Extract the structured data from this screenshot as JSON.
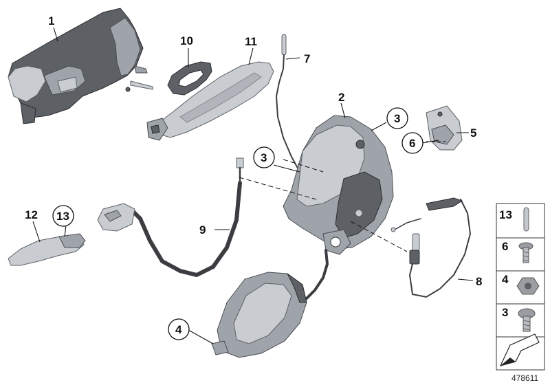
{
  "callouts": [
    {
      "id": "1",
      "circled": false
    },
    {
      "id": "10",
      "circled": false
    },
    {
      "id": "11",
      "circled": false
    },
    {
      "id": "7",
      "circled": false
    },
    {
      "id": "2",
      "circled": false
    },
    {
      "id": "3",
      "circled": true
    },
    {
      "id": "5",
      "circled": false
    },
    {
      "id": "6",
      "circled": true
    },
    {
      "id": "3",
      "circled": true
    },
    {
      "id": "12",
      "circled": false
    },
    {
      "id": "13",
      "circled": true
    },
    {
      "id": "9",
      "circled": false
    },
    {
      "id": "8",
      "circled": false
    },
    {
      "id": "4",
      "circled": true
    }
  ],
  "legend": [
    {
      "id": "13",
      "icon": "pin-icon"
    },
    {
      "id": "6",
      "icon": "torx-screw-icon"
    },
    {
      "id": "4",
      "icon": "hex-nut-icon"
    },
    {
      "id": "3",
      "icon": "torx-bolt-icon"
    }
  ],
  "legend_arrow_icon": "direction-arrow-icon",
  "document_number": "478611"
}
